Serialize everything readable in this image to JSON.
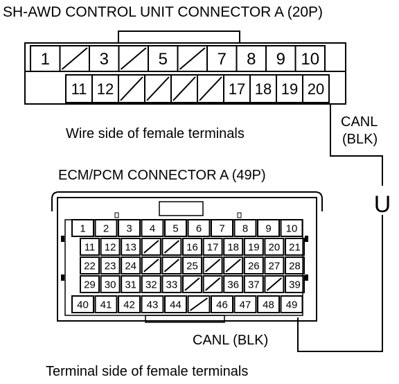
{
  "connector_a": {
    "title": "SH-AWD CONTROL UNIT CONNECTOR A (20P)",
    "caption": "Wire side of female terminals",
    "row1": [
      "1",
      "",
      "3",
      "",
      "5",
      "",
      "7",
      "8",
      "9",
      "10"
    ],
    "row2": [
      "",
      "11",
      "12",
      "",
      "",
      "",
      "",
      "17",
      "18",
      "19",
      "20"
    ],
    "wire_label_line1": "CANL",
    "wire_label_line2": "(BLK)"
  },
  "ecm": {
    "title": "ECM/PCM CONNECTOR A (49P)",
    "caption": "Terminal side of female terminals",
    "wire_label": "CANL (BLK)",
    "row1": [
      "1",
      "2",
      "3",
      "4",
      "5",
      "6",
      "7",
      "8",
      "9",
      "10"
    ],
    "row2": [
      "11",
      "12",
      "13",
      "",
      "",
      "16",
      "17",
      "18",
      "19",
      "20",
      "21"
    ],
    "row3": [
      "22",
      "23",
      "24",
      "",
      "",
      "25",
      "",
      "",
      "26",
      "27",
      "28"
    ],
    "row4": [
      "29",
      "30",
      "31",
      "32",
      "33",
      "",
      "",
      "36",
      "37",
      "",
      "39"
    ],
    "row5": [
      "40",
      "41",
      "42",
      "43",
      "44",
      "",
      "46",
      "47",
      "48",
      "49"
    ]
  },
  "symbol": "U"
}
